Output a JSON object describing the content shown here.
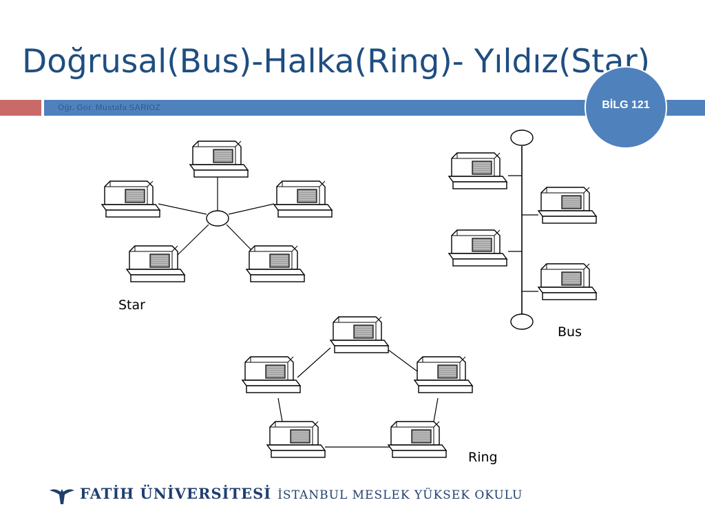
{
  "slide": {
    "title": "Doğrusal(Bus)-Halka(Ring)- Yıldız(Star)",
    "author": "Öğr. Gör. Mustafa SARIÖZ",
    "course": "BİLG 121"
  },
  "diagram": {
    "labels": {
      "star": "Star",
      "bus": "Bus",
      "ring": "Ring"
    }
  },
  "footer": {
    "university": "FATİH ÜNİVERSİTESİ",
    "school": "İSTANBUL MESLEK YÜKSEK OKULU"
  },
  "colors": {
    "title": "#1f4e80",
    "accent_blue": "#4f81bd",
    "accent_red": "#c0504d"
  }
}
